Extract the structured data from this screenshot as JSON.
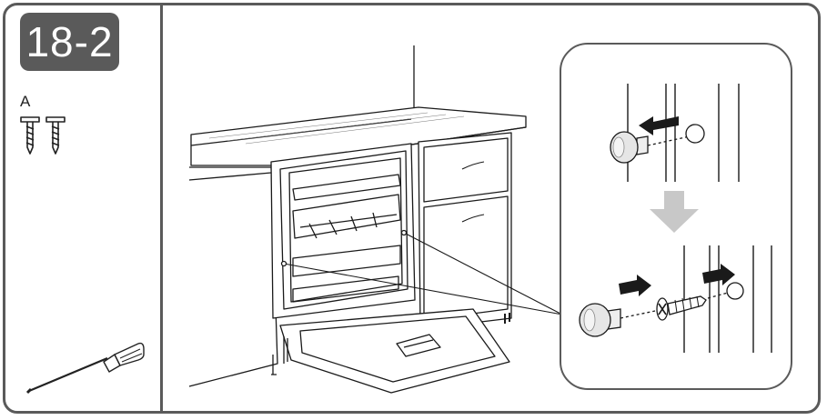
{
  "step": {
    "number": "18-2"
  },
  "parts": {
    "label": "A"
  },
  "colors": {
    "frame": "#5a5a5a",
    "line": "#1a1a1a",
    "arrow": "#c8c8c8",
    "detail_fill": "#eeeeee"
  },
  "icons": [
    "screw-icon",
    "screwdriver-icon",
    "dishwasher-illustration",
    "detail-callout",
    "arrow-left-icon",
    "arrow-down-icon",
    "arrow-right-icon"
  ]
}
